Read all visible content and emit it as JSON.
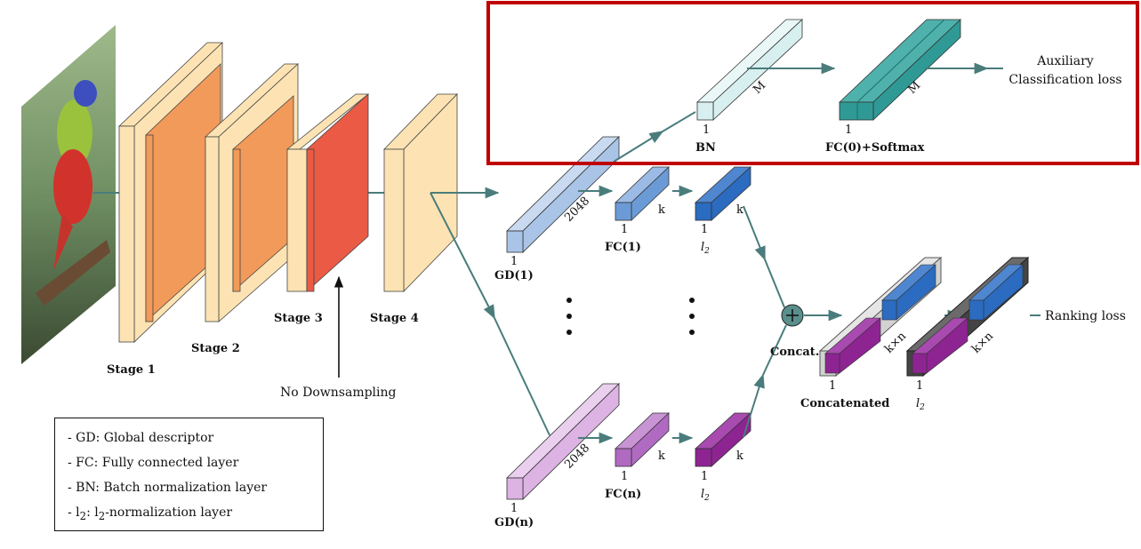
{
  "stages": [
    {
      "label": "Stage 1"
    },
    {
      "label": "Stage 2"
    },
    {
      "label": "Stage 3"
    },
    {
      "label": "Stage 4"
    }
  ],
  "no_downsampling": "No Downsampling",
  "gd1": {
    "label": "GD(1)",
    "dim": "2048",
    "one": "1"
  },
  "gdn": {
    "label": "GD(n)",
    "dim": "2048",
    "one": "1"
  },
  "fc1": {
    "label": "FC(1)",
    "dim": "k",
    "one": "1"
  },
  "fcn": {
    "label": "FC(n)",
    "dim": "k",
    "one": "1"
  },
  "l2_top": {
    "label": "l",
    "sub": "2",
    "dim": "k",
    "one": "1"
  },
  "l2_bot": {
    "label": "l",
    "sub": "2",
    "dim": "k",
    "one": "1"
  },
  "bn": {
    "label": "BN",
    "dim": "M",
    "one": "1"
  },
  "fc0": {
    "label": "FC(0)+Softmax",
    "dim": "M",
    "one": "1"
  },
  "aux_loss": {
    "line1": "Auxiliary",
    "line2": "Classification loss"
  },
  "concat": {
    "label": "Concat."
  },
  "concatenated": {
    "label": "Concatenated",
    "dim": "k×n",
    "one": "1"
  },
  "l2_final": {
    "label": "l",
    "sub": "2",
    "dim": "k×n",
    "one": "1"
  },
  "ranking_loss": "Ranking loss",
  "legend": {
    "items": [
      {
        "text": "- GD: Global descriptor"
      },
      {
        "text": "- FC: Fully connected layer"
      },
      {
        "text": "- BN: Batch normalization layer"
      },
      {
        "prefix": "- l",
        "sub": "2",
        "mid": ": l",
        "sub2": "2",
        "suffix": "-normalization layer"
      }
    ]
  },
  "colors": {
    "arrow": "#4a7c7c",
    "stage_light": "#fde3b3",
    "stage_orange": "#f29a5a",
    "stage_red": "#ea5a45",
    "gd1": "#a9c4e6",
    "fc1": "#6b9bd6",
    "l2_blue": "#2b6bc0",
    "gdn": "#dcb3e3",
    "fcn": "#b06ac2",
    "l2_purple": "#8e2492",
    "bn": "#d7efef",
    "fc0": "#2f9a95",
    "highlight": "#c00000"
  }
}
